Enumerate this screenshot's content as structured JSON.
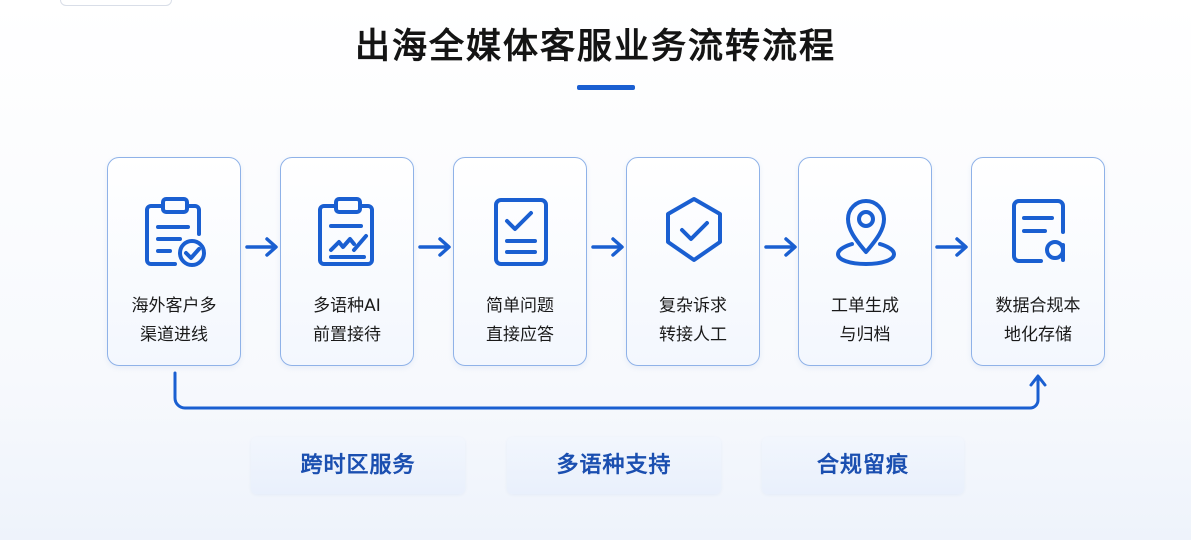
{
  "title": "出海全媒体客服业务流转流程",
  "colors": {
    "accent": "#1a5fd1",
    "card_border": "#8fb2e8",
    "tag_text": "#1b4fb0"
  },
  "steps": [
    {
      "icon": "clipboard-check-icon",
      "line1": "海外客户多",
      "line2": "渠道进线"
    },
    {
      "icon": "clipboard-signature-icon",
      "line1": "多语种AI",
      "line2": "前置接待"
    },
    {
      "icon": "checklist-document-icon",
      "line1": "简单问题",
      "line2": "直接应答"
    },
    {
      "icon": "shield-check-icon",
      "line1": "复杂诉求",
      "line2": "转接人工"
    },
    {
      "icon": "location-pin-icon",
      "line1": "工单生成",
      "line2": "与归档"
    },
    {
      "icon": "document-archive-icon",
      "line1": "数据合规本",
      "line2": "地化存储"
    }
  ],
  "tags": [
    "跨时区服务",
    "多语种支持",
    "合规留痕"
  ]
}
